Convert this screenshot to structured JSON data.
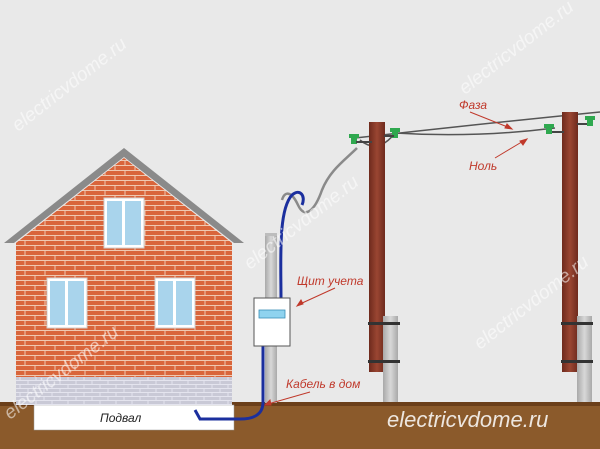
{
  "labels": {
    "phase": "Фаза",
    "neutral": "Ноль",
    "meter_panel": "Щит учета",
    "cable": "Кабель в дом",
    "basement": "Подвал"
  },
  "watermark": "electricvdome.ru",
  "colors": {
    "background": "#e9e9e9",
    "brick": "#d9653b",
    "roof": "#8a8a8a",
    "pole": "#8b3a2a",
    "cable": "#1b2f9e",
    "label_red": "#c0392b",
    "insulator": "#2fa84f",
    "ground": "#8b5a2b"
  }
}
